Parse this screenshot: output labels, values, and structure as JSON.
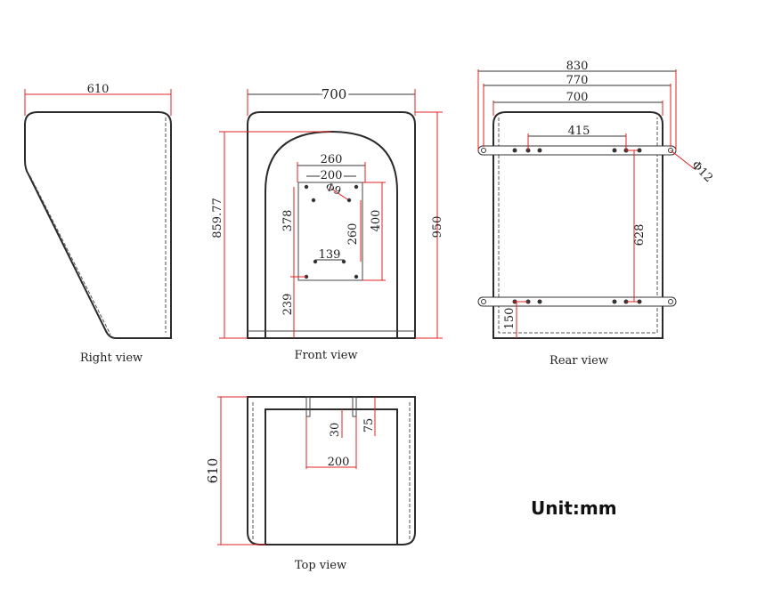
{
  "views": {
    "right": {
      "label": "Right view",
      "width": "610"
    },
    "front": {
      "label": "Front view",
      "width": "700",
      "height_total": "950",
      "height_arch": "859.77",
      "panel_outer": "260",
      "panel_inner": "200",
      "panel_height_outer": "400",
      "panel_height_inner": "378",
      "hole_spacing_v": "260",
      "hole_spacing_h": "139",
      "hole_dia": "Φ9",
      "base_offset": "239"
    },
    "rear": {
      "label": "Rear view",
      "width_830": "830",
      "width_770": "770",
      "width_700": "700",
      "hole_spacing": "415",
      "hole_dia": "Φ12",
      "bracket_spacing": "628",
      "bottom_offset": "150"
    },
    "top": {
      "label": "Top view",
      "depth": "610",
      "slot_width": "200",
      "slot_depth_a": "30",
      "slot_depth_b": "75"
    }
  },
  "unit_note": "Unit:mm"
}
